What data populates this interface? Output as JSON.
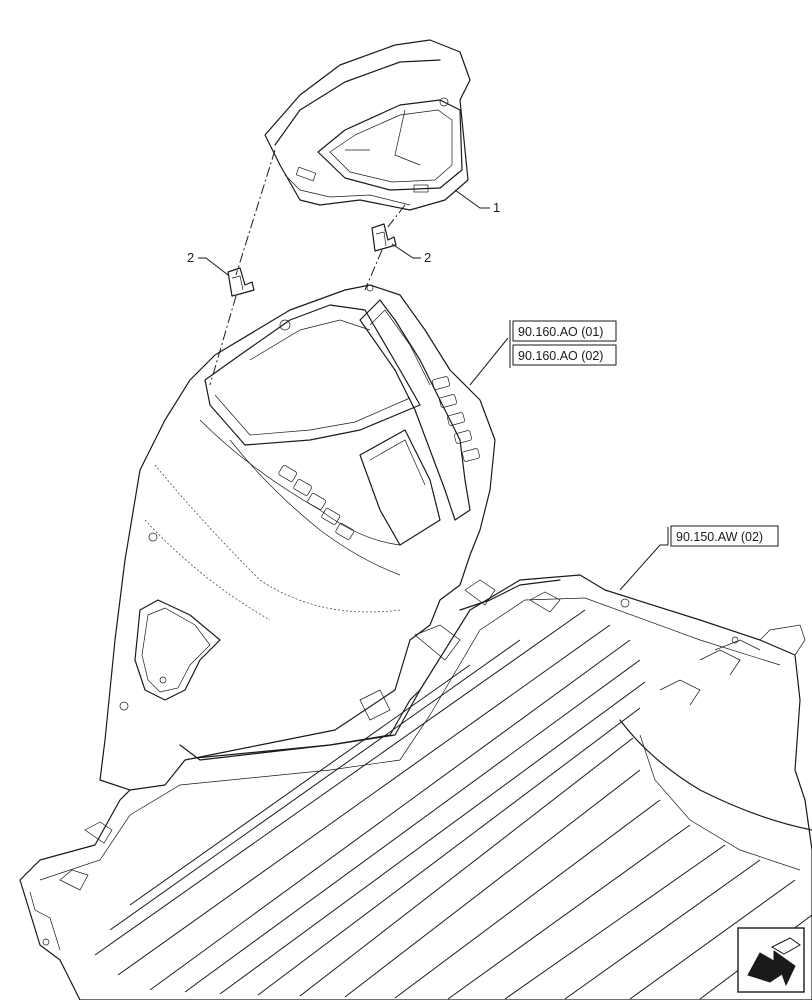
{
  "callouts": {
    "item_1": "1",
    "item_2_left": "2",
    "item_2_right": "2"
  },
  "references": {
    "ref_a": "90.160.AO (01)",
    "ref_b": "90.160.AO (02)",
    "ref_c": "90.150.AW (02)"
  },
  "icons": {
    "corner": "view-direction-arrow-icon"
  },
  "colors": {
    "line": "#1a1a1a",
    "background": "#ffffff"
  }
}
